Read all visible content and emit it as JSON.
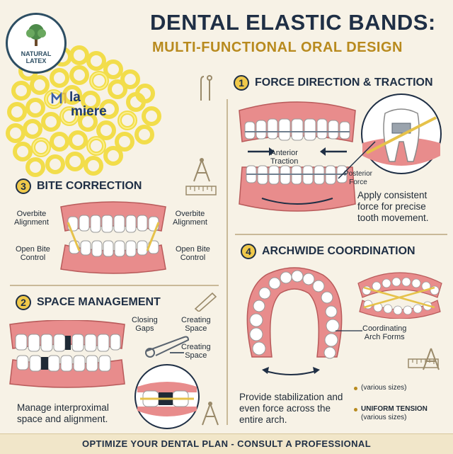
{
  "header": {
    "title": "DENTAL ELASTIC BANDS:",
    "subtitle": "MULTI-FUNCTIONAL ORAL DESIGN"
  },
  "badge": {
    "line1": "NATURAL",
    "line2": "LATEX"
  },
  "brand": {
    "line1": "la",
    "line2": "miere"
  },
  "sections": {
    "force": {
      "number": "1",
      "title": "FORCE DIRECTION & TRACTION",
      "label_anterior": "Anterior\nTraction",
      "label_posterior": "Posterior\nForce",
      "description": "Apply consistent force for precise tooth movement."
    },
    "bite": {
      "number": "3",
      "title": "BITE CORRECTION",
      "label_overbite_left": "Overbite\nAlignment",
      "label_overbite_right": "Overbite\nAlignment",
      "label_openbite_left": "Open Bite\nControl",
      "label_openbite_right": "Open Bite\nControl"
    },
    "space": {
      "number": "2",
      "title": "SPACE MANAGEMENT",
      "label_closing": "Closing\nGaps",
      "label_creating1": "Creating\nSpace",
      "label_creating2": "Creating\nSpace",
      "description": "Manage interproximal space and alignment."
    },
    "arch": {
      "number": "4",
      "title": "ARCHWIDE COORDINATION",
      "label_coordinating": "Coordinating\nArch Forms",
      "description": "Provide stabilization and even force across the entire arch.",
      "note1": "(various sizes)",
      "note2": "UNIFORM TENSION",
      "note3": "(various sizes)"
    }
  },
  "footer": {
    "text": "OPTIMIZE YOUR DENTAL PLAN - CONSULT A PROFESSIONAL"
  },
  "colors": {
    "background": "#f7f2e6",
    "navy": "#1f2f45",
    "gold": "#b88a1e",
    "band_yellow": "#f5e35a",
    "gum_pink": "#e88c8c"
  },
  "icons": [
    "leaf-tree-icon",
    "dental-tools-icon",
    "compass-icon",
    "ruler-icon",
    "pencil-icon",
    "arrow-right-icon",
    "arrow-double-icon"
  ]
}
